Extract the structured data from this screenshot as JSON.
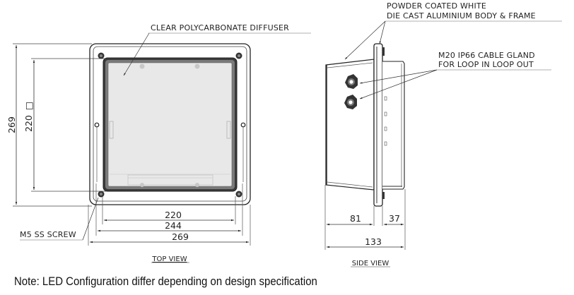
{
  "top_view": {
    "title": "TOP VIEW",
    "callouts": {
      "diffuser": "CLEAR POLYCARBONATE DIFFUSER",
      "screw": "M5 SS SCREW"
    },
    "dimensions": {
      "overall_height": "269",
      "inner_square": "220",
      "inner_square_symbol": "□",
      "width_inner": "220",
      "width_mid": "244",
      "width_overall": "269"
    }
  },
  "side_view": {
    "title": "SIDE VIEW",
    "callouts": {
      "body_line1": "POWDER COATED WHITE",
      "body_line2": "DIE CAST ALUMINIUM BODY & FRAME",
      "gland_line1": "M20 IP66 CABLE GLAND",
      "gland_line2": "FOR LOOP IN LOOP OUT"
    },
    "dimensions": {
      "rear_depth": "81",
      "front_depth": "37",
      "overall_depth": "133"
    }
  },
  "note": "Note: LED Configuration differ depending on design specification",
  "colors": {
    "line": "#222222",
    "diffuser_fill": "#e8e8e8",
    "frame_dark": "#3a3a3a"
  }
}
